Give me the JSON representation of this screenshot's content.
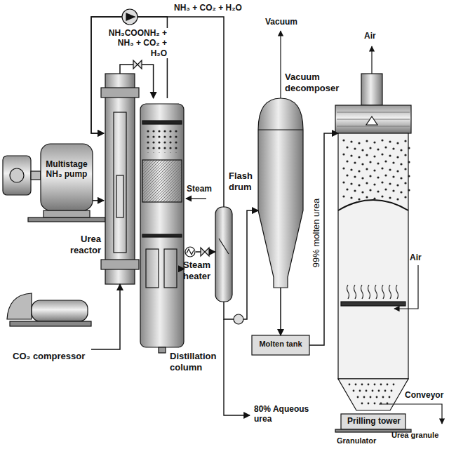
{
  "diagram": {
    "nodes": [
      {
        "text": [
          "Multistage NH₃ pump"
        ]
      },
      {
        "text": [
          "Urea reactor"
        ]
      },
      {
        "text": [
          "CO₂ compressor"
        ]
      },
      {
        "text": [
          "Distillation column"
        ]
      },
      {
        "text": [
          "Steam heater"
        ]
      },
      {
        "text": [
          "Flash drum"
        ]
      },
      {
        "text": [
          "Vacuum decomposer"
        ]
      },
      {
        "text": [
          "Molten tank"
        ]
      },
      {
        "text": [
          "Prilling tower"
        ]
      }
    ],
    "edges": [
      {
        "from": 0,
        "to": 1,
        "arrow": "to"
      },
      {
        "from": 2,
        "to": 1,
        "arrow": "to"
      },
      {
        "from": 1,
        "to": 3,
        "arrow": "to"
      },
      {
        "from": 3,
        "to": 1,
        "arrow": "to",
        "label": "NH₃COONH₂ + NH₃ + CO₂ + H₂O"
      },
      {
        "from": 5,
        "to": 1,
        "arrow": "to",
        "label": "NH₃ + CO₂ + H₂O"
      },
      {
        "from": 3,
        "to": 4,
        "arrow": "to"
      },
      {
        "from": 4,
        "to": 5,
        "arrow": "to"
      },
      {
        "from": 5,
        "to": 6,
        "arrow": "to"
      },
      {
        "from": 6,
        "to": 7,
        "arrow": "to"
      },
      {
        "from": 7,
        "to": 8,
        "arrow": "to",
        "label": "99% molten urea"
      }
    ],
    "labels": [
      "Steam",
      "Vacuum",
      "Air",
      "Air",
      "Conveyor",
      "80% Aqueous urea",
      "Urea granule",
      "Granulator"
    ]
  }
}
